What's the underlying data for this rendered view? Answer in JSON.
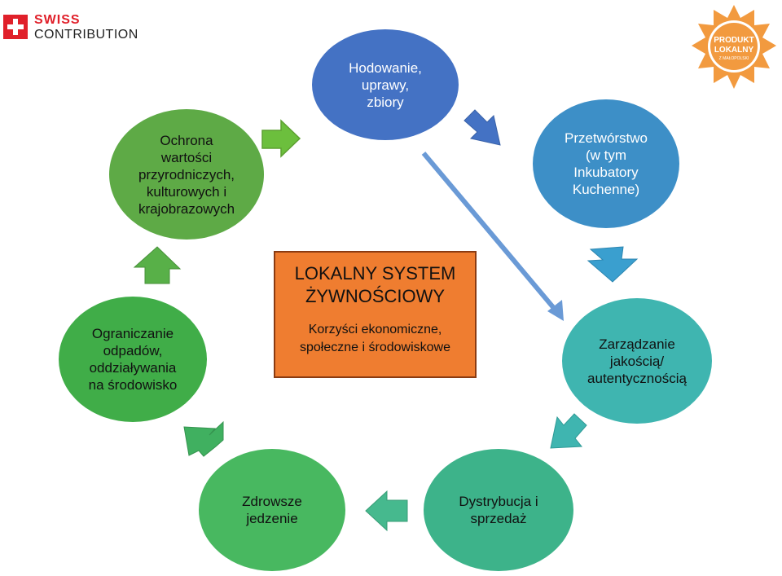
{
  "logo": {
    "brand_line1": "SWISS",
    "brand_line2": "CONTRIBUTION"
  },
  "badge": {
    "line1": "PRODUKT",
    "line2": "LOKALNY",
    "line3": "Z MAŁOPOLSKI"
  },
  "center": {
    "title_line1": "LOKALNY SYSTEM",
    "title_line2": "ŻYWNOŚCIOWY",
    "subtitle_line1": "Korzyści ekonomiczne,",
    "subtitle_line2": "społeczne i środowiskowe"
  },
  "nodes": {
    "hodowanie": {
      "lines": [
        "Hodowanie,",
        "uprawy,",
        "zbiory"
      ],
      "color": "#4472c4"
    },
    "przetworstwo": {
      "lines": [
        "Przetwórstwo",
        "(w tym",
        "Inkubatory",
        "Kuchenne)"
      ],
      "color": "#3d8fc7"
    },
    "zarzadzanie": {
      "lines": [
        "Zarządzanie",
        "jakością/",
        "autentycznością"
      ],
      "color": "#3fb5b0"
    },
    "dystrybucja": {
      "lines": [
        "Dystrybucja i",
        "sprzedaż"
      ],
      "color": "#3db38a"
    },
    "zdrowsze": {
      "lines": [
        "Zdrowsze",
        "jedzenie"
      ],
      "color": "#48b860"
    },
    "ograniczanie": {
      "lines": [
        "Ograniczanie",
        "odpadów,",
        "oddziaływania",
        "na środowisko"
      ],
      "color": "#40ad48"
    },
    "ochrona": {
      "lines": [
        "Ochrona",
        "wartości",
        "przyrodniczych,",
        "kulturowych i",
        "krajobrazowych"
      ],
      "color": "#5eaa46"
    }
  }
}
